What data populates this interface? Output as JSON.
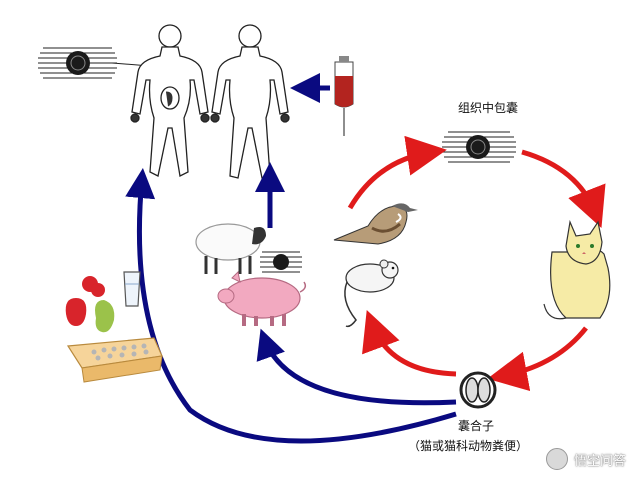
{
  "diagram": {
    "tissue_cyst_label": "组织中包囊",
    "oocyst_label": "囊合子",
    "oocyst_source_label": "（猫或猫科动物粪便）"
  },
  "watermark": {
    "text": "悟空问答"
  },
  "colors": {
    "red_arrow": "#e01b1b",
    "blue_arrow": "#0a0a80",
    "iv_fluid": "#b3241f",
    "pig": "#f2a9c0",
    "cat": "#f6eba6",
    "litter_box": "#f6d49a",
    "apple": "#d8242b",
    "pear": "#9bc24a"
  },
  "icons": [
    "human-body-pregnant",
    "human-body",
    "iv-bag",
    "tissue-cyst",
    "sparrow",
    "mouse",
    "cat",
    "sheep",
    "pig",
    "fruit-apple",
    "fruit-pear",
    "water-glass",
    "litter-box",
    "oocyst"
  ]
}
